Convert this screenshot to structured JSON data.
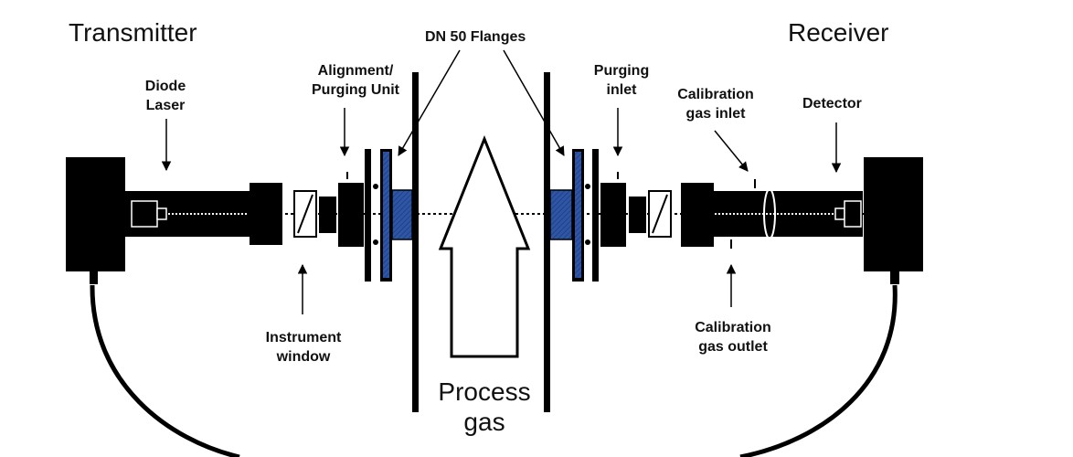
{
  "labels": {
    "transmitter": "Transmitter",
    "receiver": "Receiver",
    "flanges": "DN 50 Flanges",
    "diode_laser": [
      "Diode",
      "Laser"
    ],
    "alignment_unit": [
      "Alignment/",
      "Purging Unit"
    ],
    "purging_inlet": [
      "Purging",
      "inlet"
    ],
    "cal_gas_inlet": [
      "Calibration",
      "gas inlet"
    ],
    "detector": "Detector",
    "instrument_window": [
      "Instrument",
      "window"
    ],
    "cal_gas_outlet": [
      "Calibration",
      "gas outlet"
    ],
    "process_gas": [
      "Process",
      "gas"
    ]
  },
  "colors": {
    "ink": "#000000",
    "flange_fill": "#2f56a6",
    "background": "#ffffff"
  }
}
